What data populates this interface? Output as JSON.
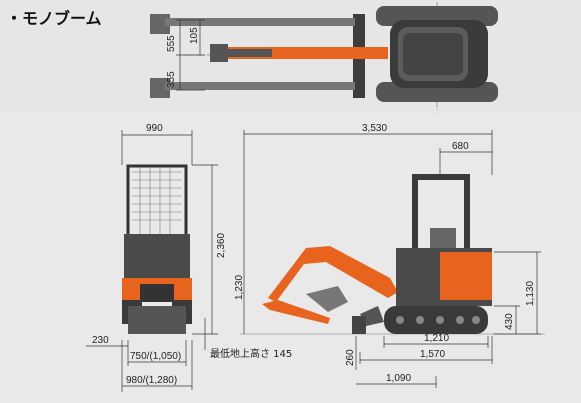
{
  "title": "・モノブーム",
  "top_view": {
    "dim_555": "555",
    "dim_105": "105",
    "dim_355": "355"
  },
  "front_view": {
    "width_top": "990",
    "height": "2,360",
    "offset_left": "230",
    "shoe_width": "750/(1,050)",
    "track_width": "980/(1,280)",
    "ground_clearance": "最低地上高さ 145"
  },
  "side_view": {
    "overall_length": "3,530",
    "rear_length": "680",
    "boom_height": "1,230",
    "body_height": "1,130",
    "track_height": "430",
    "dig_depth": "260",
    "tumbler_distance": "1,210",
    "track_length": "1,570",
    "blade_distance": "1,090"
  },
  "colors": {
    "machine_orange": "#e8641e",
    "body_gray": "#4a4a4a",
    "bg": "#e6e6e6"
  }
}
